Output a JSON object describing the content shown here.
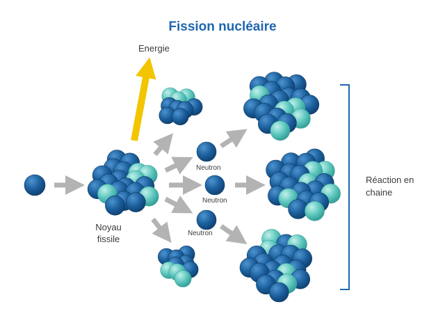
{
  "title": "Fission nucléaire",
  "labels": {
    "energy": "Energie",
    "neutron_1": "Neutron",
    "neutron_2": "Neutron",
    "neutron_3": "Neutron",
    "nucleus_line1": "Noyau",
    "nucleus_line2": "fissile",
    "chain_line1": "Réaction en",
    "chain_line2": "chaine"
  },
  "colors": {
    "title": "#1f66b0",
    "neutron_dark": "#1b5f9c",
    "proton_light": "#5cc6bd",
    "arrow_gray": "#b3b3b3",
    "energy_arrow": "#f2c500",
    "bracket": "#1f66b0",
    "text": "#3b3b3b"
  }
}
